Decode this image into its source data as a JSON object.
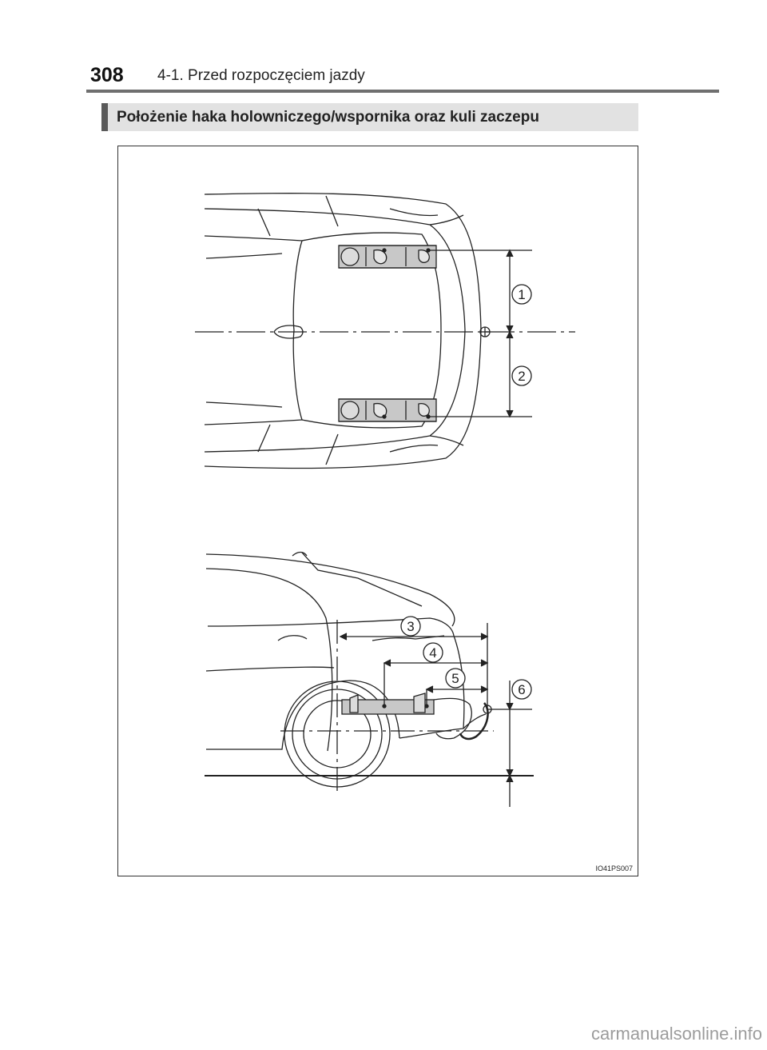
{
  "header": {
    "page_number": "308",
    "section": "4-1. Przed rozpoczęciem jazdy"
  },
  "heading": {
    "title": "Położenie haka holowniczego/wspornika oraz kuli zaczepu"
  },
  "figure": {
    "code": "IO41PS007",
    "callouts": [
      "1",
      "2",
      "3",
      "4",
      "5",
      "6"
    ],
    "views": [
      "top-view-rear",
      "side-view-rear"
    ]
  },
  "footer": {
    "watermark": "carmanualsonline.info"
  },
  "colors": {
    "rule": "#6f6f6f",
    "heading_bg": "#e2e2e2",
    "heading_accent": "#5a5a5a",
    "bracket_fill": "#c8c8c8"
  }
}
